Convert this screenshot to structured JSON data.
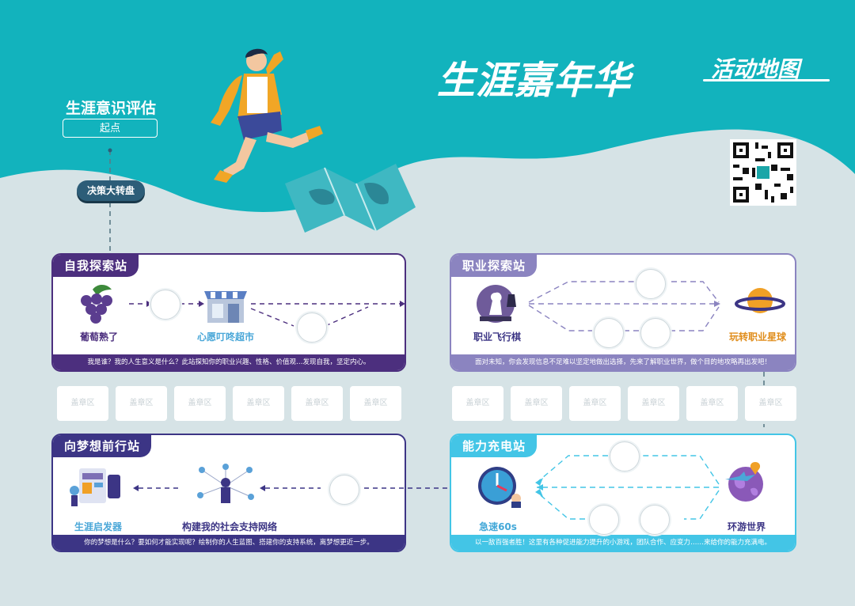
{
  "header": {
    "title": "生涯嘉年华",
    "subtitle": "活动地图"
  },
  "start": {
    "title": "生涯意识评估",
    "label": "起点",
    "pill": "决策大转盘"
  },
  "colors": {
    "teal": "#12b3bd",
    "purple": "#4c2f7e",
    "lavender": "#8b84c0",
    "navy": "#3c3585",
    "sky": "#43c5e6"
  },
  "stations": {
    "self": {
      "tab": "自我探索站",
      "items": [
        "葡萄熟了",
        "心愿叮咚超市"
      ],
      "footer": "我是谁？我的人生意义是什么？此站探知你的职业兴趣、性格、价值观…发现自我，坚定内心。"
    },
    "career": {
      "tab": "职业探索站",
      "items": [
        "职业飞行棋",
        "玩转职业星球"
      ],
      "footer": "面对未知，你会发现信息不足难以坚定地做出选择，先来了解职业世界，做个目的地攻略再出发吧！"
    },
    "dream": {
      "tab": "向梦想前行站",
      "items": [
        "生涯启发器",
        "构建我的社会支持网络"
      ],
      "footer": "你的梦想是什么？要如何才能实现呢？绘制你的人生蓝图、搭建你的支持系统，离梦想更近一步。"
    },
    "ability": {
      "tab": "能力充电站",
      "items": [
        "急速60s",
        "环游世界"
      ],
      "footer": "以一敌百强者胜！这里有各种促进能力提升的小游戏，团队合作、应变力……来给你的能力充满电。"
    }
  },
  "stamp_label": "盖章区",
  "icons": [
    "person-jumping-icon",
    "map-icon",
    "qr-code-icon",
    "grapes-icon",
    "store-icon",
    "chess-icon",
    "planet-icon",
    "clock-icon",
    "globe-icon",
    "dashboard-icon",
    "network-icon"
  ]
}
